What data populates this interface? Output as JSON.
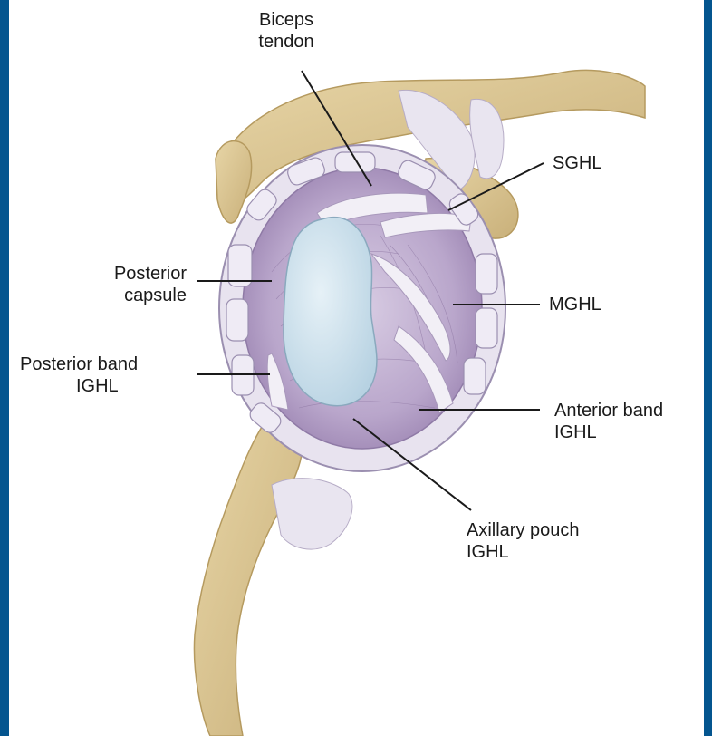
{
  "colors": {
    "background_frame": "#04558f",
    "canvas": "#ffffff",
    "bone": "#dcc794",
    "bone_dark": "#bfa66a",
    "capsule_rim": "#e6e0ef",
    "capsule_inner": "#b9a6cb",
    "labrum": "#eeeaf4",
    "glenoid": "#c9deea",
    "leader_line": "#1a1a1a"
  },
  "labels": {
    "biceps_tendon": {
      "line1": "Biceps",
      "line2": "tendon"
    },
    "sghl": {
      "line1": "SGHL"
    },
    "posterior_capsule": {
      "line1": "Posterior",
      "line2": "capsule"
    },
    "mghl": {
      "line1": "MGHL"
    },
    "posterior_band": {
      "line1": "Posterior band",
      "line2": "IGHL"
    },
    "anterior_band": {
      "line1": "Anterior band",
      "line2": "IGHL"
    },
    "axillary_pouch": {
      "line1": "Axillary pouch",
      "line2": "IGHL"
    }
  }
}
